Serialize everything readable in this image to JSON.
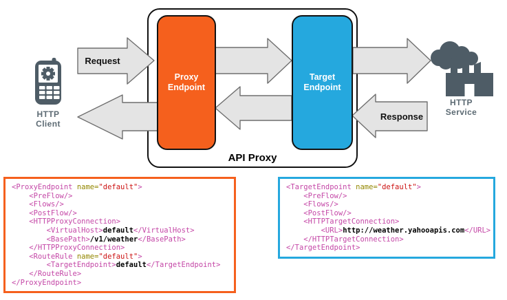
{
  "diagram": {
    "api_proxy_label": "API Proxy",
    "proxy_endpoint": {
      "line1": "Proxy",
      "line2": "Endpoint"
    },
    "target_endpoint": {
      "line1": "Target",
      "line2": "Endpoint"
    },
    "http_client": {
      "line1": "HTTP",
      "line2": "Client"
    },
    "http_service": {
      "line1": "HTTP",
      "line2": "Service"
    },
    "request_label": "Request",
    "response_label": "Response"
  },
  "colors": {
    "proxy_orange": "#F5601D",
    "target_blue": "#25A8DE",
    "arrow_fill": "#E4E4E4",
    "arrow_stroke": "#6E6E6E",
    "icon_gray": "#4E5C66",
    "label_gray": "#5C6A73",
    "code_tag": "#C446A6",
    "code_attr": "#938700",
    "code_value": "#CC1111",
    "code_text": "#000000"
  },
  "code_blocks": [
    {
      "name": "proxy-endpoint-config",
      "border_color": "#F5601D",
      "lines": [
        [
          [
            "tag",
            "<ProxyEndpoint"
          ],
          [
            "plain",
            " "
          ],
          [
            "attr",
            "name="
          ],
          [
            "val",
            "\"default\""
          ],
          [
            "tag",
            ">"
          ]
        ],
        [
          [
            "tag",
            "    <PreFlow/>"
          ]
        ],
        [
          [
            "tag",
            "    <Flows/>"
          ]
        ],
        [
          [
            "tag",
            "    <PostFlow/>"
          ]
        ],
        [
          [
            "tag",
            "    <HTTPProxyConnection>"
          ]
        ],
        [
          [
            "tag",
            "        <VirtualHost>"
          ],
          [
            "txt",
            "default"
          ],
          [
            "tag",
            "</VirtualHost>"
          ]
        ],
        [
          [
            "tag",
            "        <BasePath>"
          ],
          [
            "txt",
            "/v1/weather"
          ],
          [
            "tag",
            "</BasePath>"
          ]
        ],
        [
          [
            "tag",
            "    </HTTPProxyConnection>"
          ]
        ],
        [
          [
            "tag",
            "    <RouteRule"
          ],
          [
            "plain",
            " "
          ],
          [
            "attr",
            "name="
          ],
          [
            "val",
            "\"default\""
          ],
          [
            "tag",
            ">"
          ]
        ],
        [
          [
            "tag",
            "        <TargetEndpoint>"
          ],
          [
            "txt",
            "default"
          ],
          [
            "tag",
            "</TargetEndpoint>"
          ]
        ],
        [
          [
            "tag",
            "    </RouteRule>"
          ]
        ],
        [
          [
            "tag",
            "</ProxyEndpoint>"
          ]
        ]
      ]
    },
    {
      "name": "target-endpoint-config",
      "border_color": "#25A8DE",
      "lines": [
        [
          [
            "tag",
            "<TargetEndpoint"
          ],
          [
            "plain",
            " "
          ],
          [
            "attr",
            "name="
          ],
          [
            "val",
            "\"default\""
          ],
          [
            "tag",
            ">"
          ]
        ],
        [
          [
            "tag",
            "    <PreFlow/>"
          ]
        ],
        [
          [
            "tag",
            "    <Flows/>"
          ]
        ],
        [
          [
            "tag",
            "    <PostFlow/>"
          ]
        ],
        [
          [
            "tag",
            "    <HTTPTargetConnection>"
          ]
        ],
        [
          [
            "tag",
            "        <URL>"
          ],
          [
            "txt",
            "http://weather.yahooapis.com"
          ],
          [
            "tag",
            "</URL>"
          ]
        ],
        [
          [
            "tag",
            "    </HTTPTargetConnection>"
          ]
        ],
        [
          [
            "tag",
            "</TargetEndpoint>"
          ]
        ]
      ]
    }
  ]
}
